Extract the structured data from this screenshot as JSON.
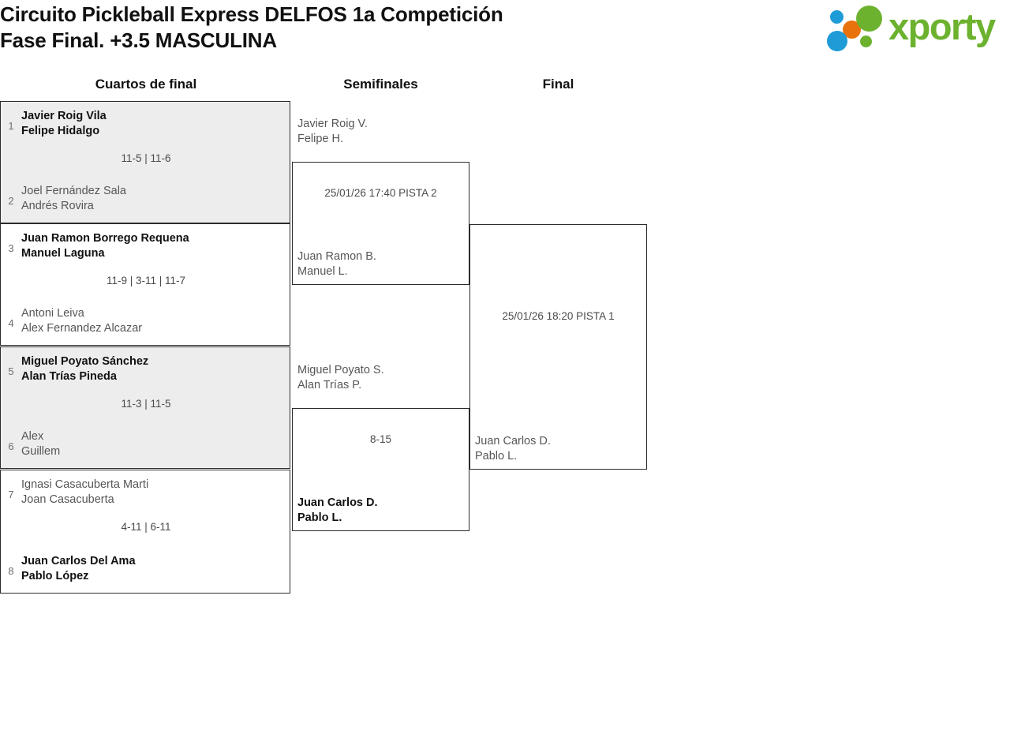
{
  "header": {
    "title": "Circuito Pickleball Express DELFOS 1a Competición\nFase Final. +3.5 MASCULINA",
    "logo_text": "xporty",
    "logo_colors": {
      "green": "#6cb22e",
      "blue": "#1f9bd7",
      "orange": "#e8730c"
    }
  },
  "rounds": [
    {
      "label": "Cuartos de final"
    },
    {
      "label": "Semifinales"
    },
    {
      "label": "Final"
    }
  ],
  "quarterfinals": [
    {
      "score": "11-5 | 11-6",
      "shaded": true,
      "top": {
        "seed": "1",
        "p1": "Javier Roig Vila",
        "p2": "Felipe Hidalgo",
        "winner": true
      },
      "bottom": {
        "seed": "2",
        "p1": "Joel Fernández Sala",
        "p2": "Andrés Rovira",
        "winner": false
      }
    },
    {
      "score": "11-9 | 3-11 | 11-7",
      "shaded": false,
      "top": {
        "seed": "3",
        "p1": "Juan Ramon Borrego Requena",
        "p2": "Manuel Laguna",
        "winner": true
      },
      "bottom": {
        "seed": "4",
        "p1": "Antoni Leiva",
        "p2": "Alex Fernandez Alcazar",
        "winner": false
      }
    },
    {
      "score": "11-3 | 11-5",
      "shaded": true,
      "top": {
        "seed": "5",
        "p1": "Miguel Poyato Sánchez",
        "p2": "Alan Trías Pineda",
        "winner": true
      },
      "bottom": {
        "seed": "6",
        "p1": "Alex",
        "p2": "Guillem",
        "winner": false
      }
    },
    {
      "score": "4-11 | 6-11",
      "shaded": false,
      "top": {
        "seed": "7",
        "p1": "Ignasi Casacuberta Marti",
        "p2": "Joan Casacuberta",
        "winner": false
      },
      "bottom": {
        "seed": "8",
        "p1": "Juan Carlos Del Ama",
        "p2": "Pablo López",
        "winner": true
      }
    }
  ],
  "semifinals": [
    {
      "score": "25/01/26 17:40 PISTA 2",
      "top": {
        "p1": "Javier Roig V.",
        "p2": "Felipe H.",
        "winner": false
      },
      "bottom": {
        "p1": "Juan Ramon B.",
        "p2": "Manuel L.",
        "winner": false
      }
    },
    {
      "score": "8-15",
      "top": {
        "p1": "Miguel Poyato S.",
        "p2": "Alan Trías P.",
        "winner": false
      },
      "bottom": {
        "p1": "Juan Carlos D.",
        "p2": "Pablo L.",
        "winner": true
      }
    }
  ],
  "final": {
    "score": "25/01/26 18:20 PISTA 1",
    "top": {
      "p1": "",
      "p2": "",
      "winner": false
    },
    "bottom": {
      "p1": "Juan Carlos D.",
      "p2": "Pablo L.",
      "winner": false
    }
  }
}
